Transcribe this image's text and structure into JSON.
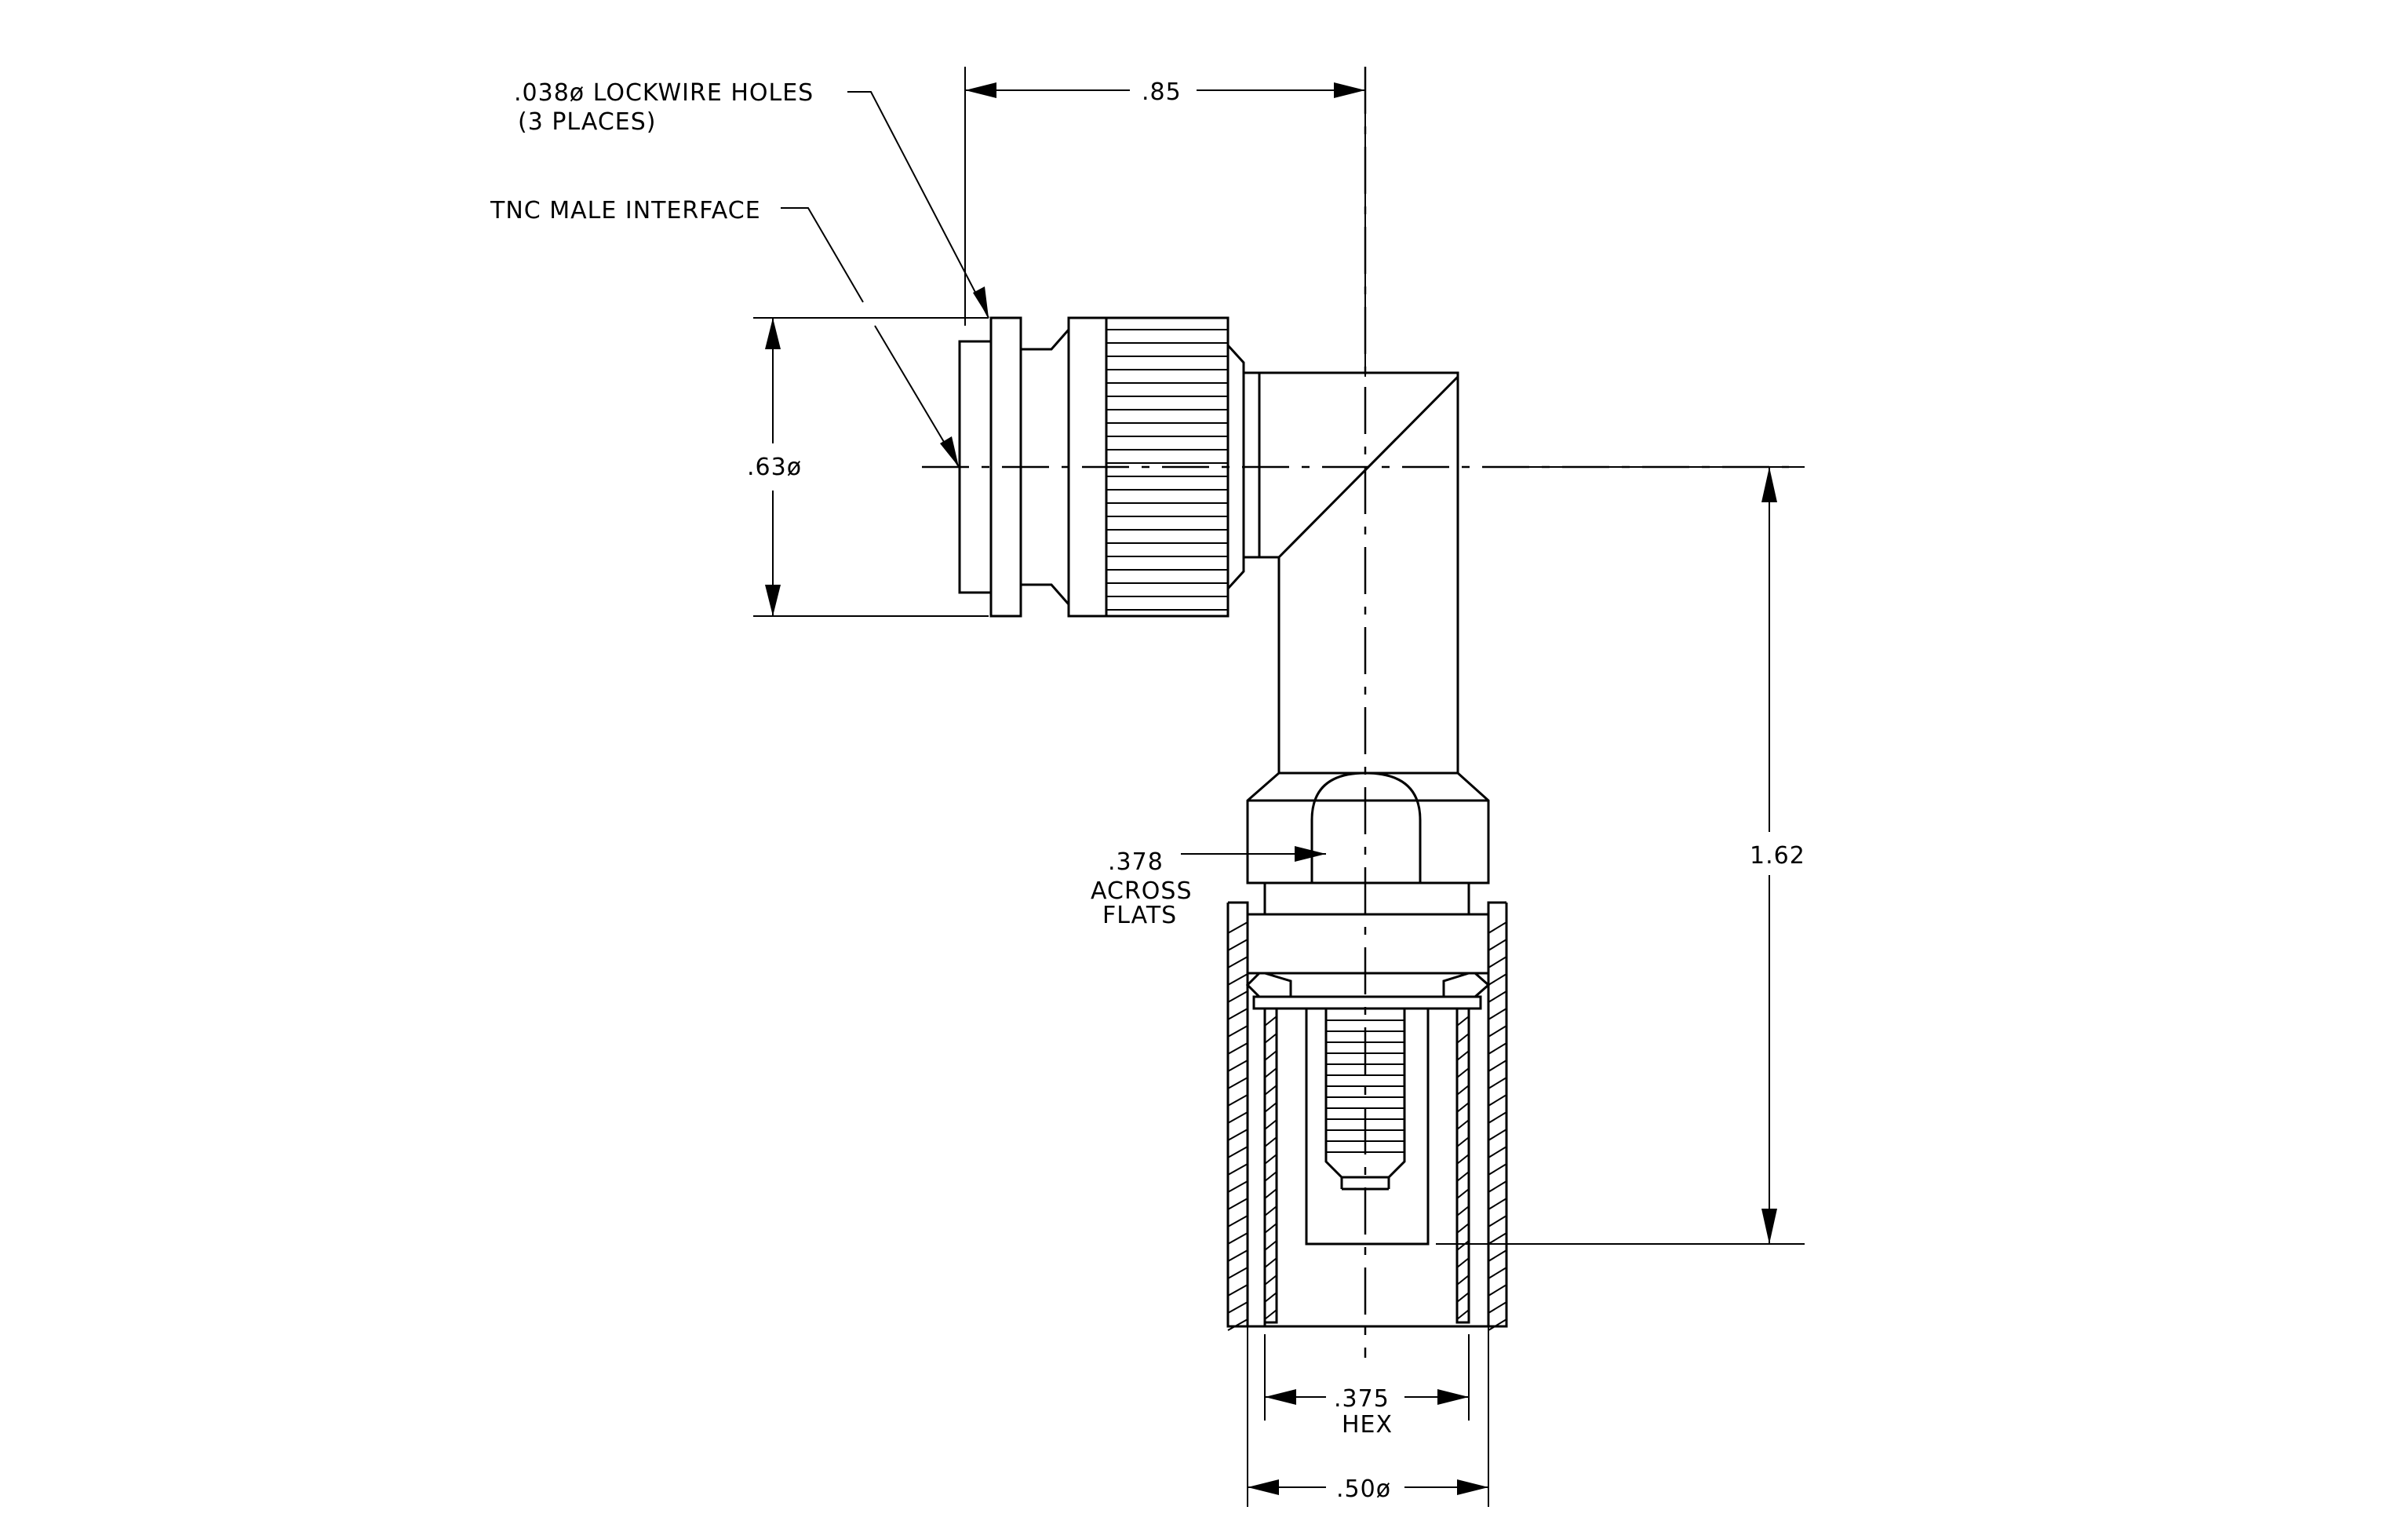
{
  "drawing": {
    "type": "right-angle TNC male connector outline drawing",
    "labels": {
      "lockwire_line1": ".038ø LOCKWIRE HOLES",
      "lockwire_line2": "(3 PLACES)",
      "interface": "TNC MALE INTERFACE",
      "flats_value": ".378",
      "flats_line2": "ACROSS",
      "flats_line3": "FLATS",
      "hex_value": ".375",
      "hex_label": "HEX"
    },
    "dimensions": {
      "width_top": ".85",
      "diameter_left": ".63ø",
      "height_right": "1.62",
      "diameter_bottom": ".50ø"
    }
  }
}
